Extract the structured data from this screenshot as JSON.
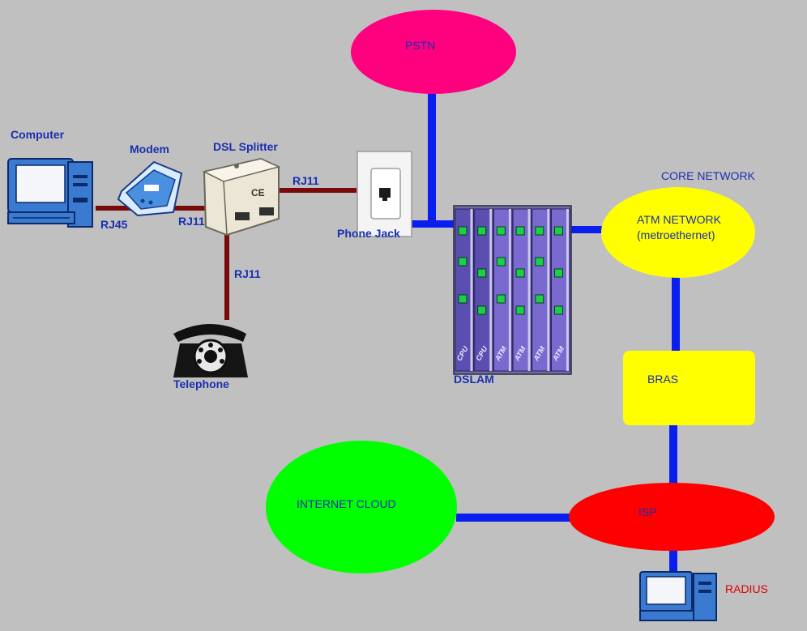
{
  "nodes": {
    "pstn": "PSTN",
    "computer": "Computer",
    "modem": "Modem",
    "splitter": "DSL Splitter",
    "phone_jack": "Phone Jack",
    "telephone": "Telephone",
    "dslam": "DSLAM",
    "core_network": "CORE NETWORK",
    "atm_network": "ATM NETWORK",
    "atm_sub": "(metroethernet)",
    "bras": "BRAS",
    "internet_cloud": "INTERNET CLOUD",
    "isp": "ISP",
    "radius": "RADIUS"
  },
  "links": {
    "rj45": "RJ45",
    "rj11_modem": "RJ11",
    "rj11_jack": "RJ11",
    "rj11_phone": "RJ11"
  },
  "dslam_cards": [
    "CPU",
    "CPU",
    "ATM",
    "ATM",
    "ATM",
    "ATM"
  ],
  "splitter_mark": "CE",
  "colors": {
    "background": "#c0c0c0",
    "link_blue": "#0a1ef0",
    "link_cable": "#7a0a0a",
    "pstn": "#ff007f",
    "atm": "#ffff00",
    "bras": "#ffff00",
    "internet": "#00ff00",
    "isp": "#ff0000",
    "label_blue": "#1a2fb0",
    "radius_label": "#e00000"
  }
}
